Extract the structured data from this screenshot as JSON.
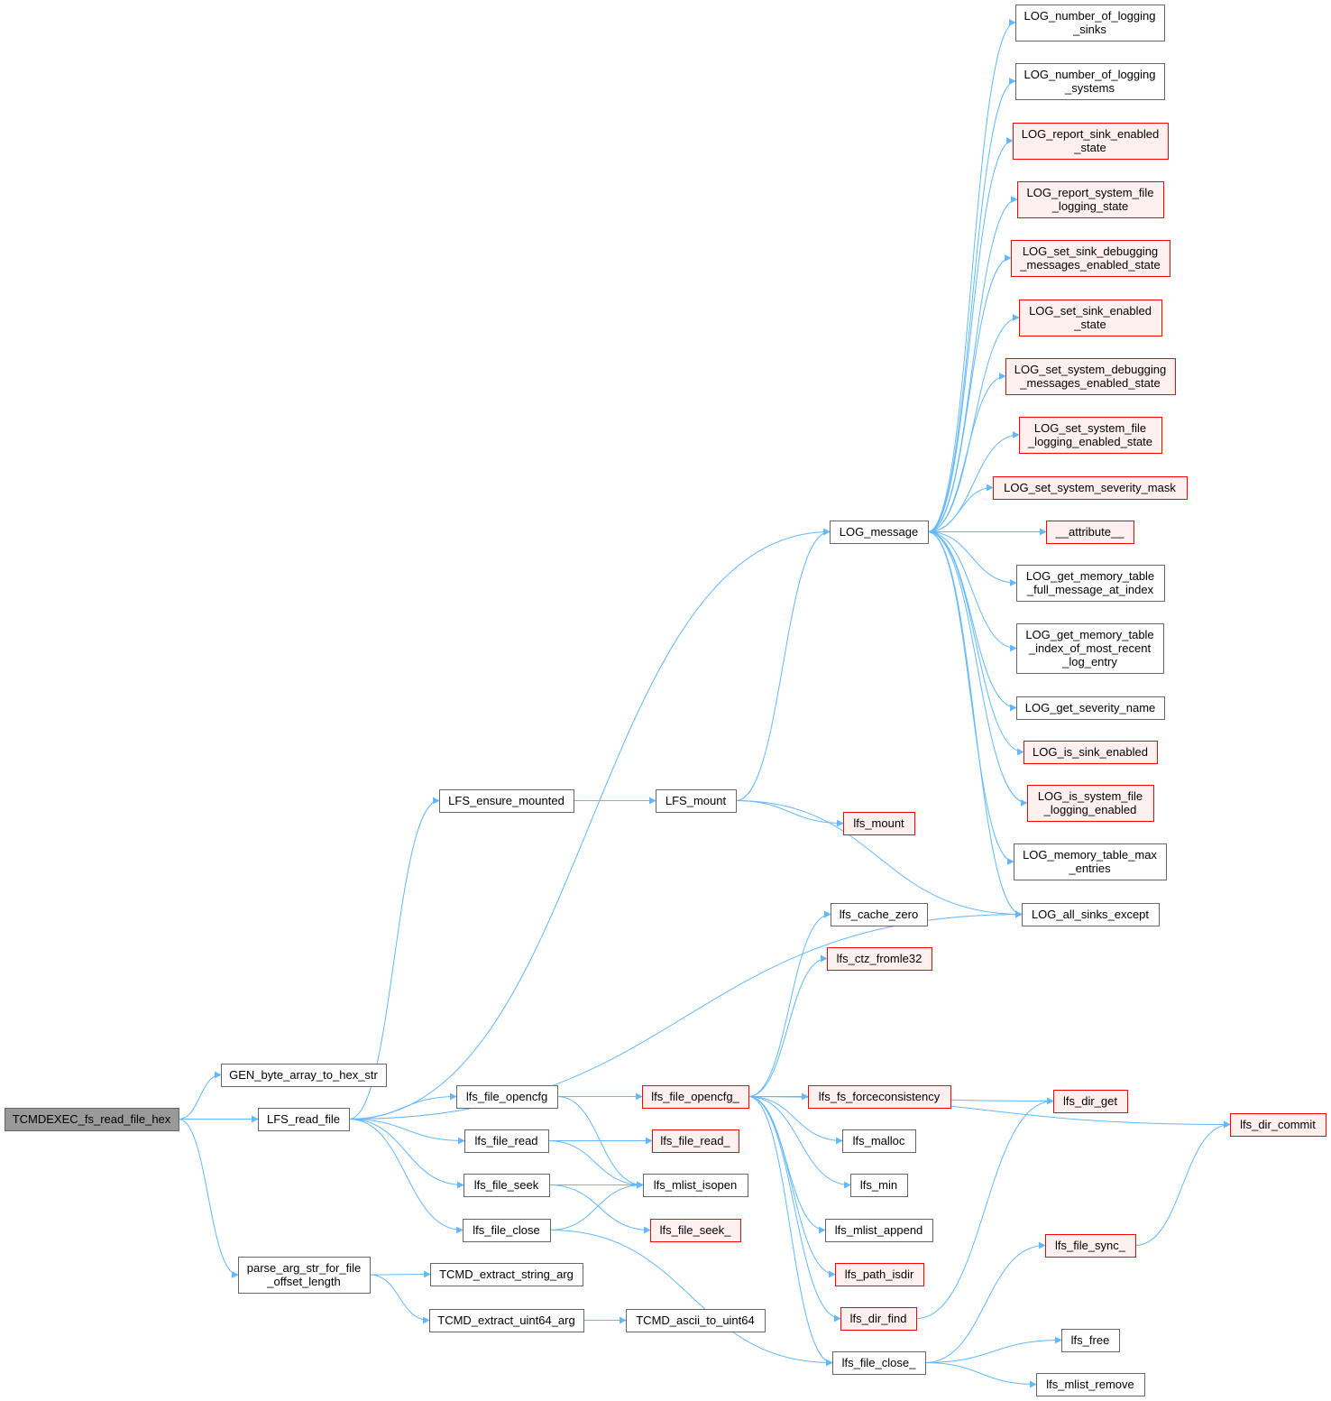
{
  "colors": {
    "edge": "#63b8ff",
    "normal_fill": "#ffffff",
    "normal_stroke": "#666666",
    "red_fill": "#fff0f0",
    "red_stroke": "#ff0000",
    "root_fill": "#999999",
    "root_stroke": "#666666"
  },
  "nodes": [
    {
      "id": "root",
      "style": "root",
      "label": [
        "TCMDEXEC_fs_read_file_hex"
      ]
    },
    {
      "id": "gen",
      "style": "normal",
      "label": [
        "GEN_byte_array_to_hex_str"
      ]
    },
    {
      "id": "lfs_read_file",
      "style": "normal",
      "label": [
        "LFS_read_file"
      ]
    },
    {
      "id": "parse",
      "style": "normal",
      "label": [
        "parse_arg_str_for_file",
        "_offset_length"
      ]
    },
    {
      "id": "ensure",
      "style": "normal",
      "label": [
        "LFS_ensure_mounted"
      ]
    },
    {
      "id": "LFS_mount",
      "style": "normal",
      "label": [
        "LFS_mount"
      ]
    },
    {
      "id": "lfs_mount",
      "style": "red",
      "label": [
        "lfs_mount"
      ]
    },
    {
      "id": "log_message",
      "style": "normal",
      "label": [
        "LOG_message"
      ]
    },
    {
      "id": "log_all",
      "style": "normal",
      "label": [
        "LOG_all_sinks_except"
      ]
    },
    {
      "id": "opencfg",
      "style": "normal",
      "label": [
        "lfs_file_opencfg"
      ]
    },
    {
      "id": "fread",
      "style": "normal",
      "label": [
        "lfs_file_read"
      ]
    },
    {
      "id": "fseek",
      "style": "normal",
      "label": [
        "lfs_file_seek"
      ]
    },
    {
      "id": "fclose",
      "style": "normal",
      "label": [
        "lfs_file_close"
      ]
    },
    {
      "id": "opencfg_",
      "style": "red",
      "label": [
        "lfs_file_opencfg_"
      ]
    },
    {
      "id": "fread_",
      "style": "red",
      "label": [
        "lfs_file_read_"
      ]
    },
    {
      "id": "isopen",
      "style": "normal",
      "label": [
        "lfs_mlist_isopen"
      ]
    },
    {
      "id": "fseek_",
      "style": "red",
      "label": [
        "lfs_file_seek_"
      ]
    },
    {
      "id": "tcmd_str",
      "style": "normal",
      "label": [
        "TCMD_extract_string_arg"
      ]
    },
    {
      "id": "tcmd_u64",
      "style": "normal",
      "label": [
        "TCMD_extract_uint64_arg"
      ]
    },
    {
      "id": "tcmd_ascii",
      "style": "normal",
      "label": [
        "TCMD_ascii_to_uint64"
      ]
    },
    {
      "id": "cache_zero",
      "style": "normal",
      "label": [
        "lfs_cache_zero"
      ]
    },
    {
      "id": "ctz",
      "style": "red",
      "label": [
        "lfs_ctz_fromle32"
      ]
    },
    {
      "id": "forcecons",
      "style": "red",
      "label": [
        "lfs_fs_forceconsistency"
      ]
    },
    {
      "id": "malloc",
      "style": "normal",
      "label": [
        "lfs_malloc"
      ]
    },
    {
      "id": "min",
      "style": "normal",
      "label": [
        "lfs_min"
      ]
    },
    {
      "id": "mlist_append",
      "style": "normal",
      "label": [
        "lfs_mlist_append"
      ]
    },
    {
      "id": "path_isdir",
      "style": "red",
      "label": [
        "lfs_path_isdir"
      ]
    },
    {
      "id": "dir_find",
      "style": "red",
      "label": [
        "lfs_dir_find"
      ]
    },
    {
      "id": "fclose_",
      "style": "normal",
      "label": [
        "lfs_file_close_"
      ]
    },
    {
      "id": "dir_get",
      "style": "red",
      "label": [
        "lfs_dir_get"
      ]
    },
    {
      "id": "file_sync",
      "style": "red",
      "label": [
        "lfs_file_sync_"
      ]
    },
    {
      "id": "free",
      "style": "normal",
      "label": [
        "lfs_free"
      ]
    },
    {
      "id": "mlist_remove",
      "style": "normal",
      "label": [
        "lfs_mlist_remove"
      ]
    },
    {
      "id": "dir_commit",
      "style": "red",
      "label": [
        "lfs_dir_commit"
      ]
    },
    {
      "id": "l_num_sinks",
      "style": "normal",
      "label": [
        "LOG_number_of_logging",
        "_sinks"
      ]
    },
    {
      "id": "l_num_sys",
      "style": "normal",
      "label": [
        "LOG_number_of_logging",
        "_systems"
      ]
    },
    {
      "id": "l_rep_sink",
      "style": "red",
      "label": [
        "LOG_report_sink_enabled",
        "_state"
      ]
    },
    {
      "id": "l_rep_sys",
      "style": "red",
      "label": [
        "LOG_report_system_file",
        "_logging_state"
      ]
    },
    {
      "id": "l_set_sink_dbg",
      "style": "red",
      "label": [
        "LOG_set_sink_debugging",
        "_messages_enabled_state"
      ]
    },
    {
      "id": "l_set_sink_en",
      "style": "red",
      "label": [
        "LOG_set_sink_enabled",
        "_state"
      ]
    },
    {
      "id": "l_set_sys_dbg",
      "style": "red",
      "label": [
        "LOG_set_system_debugging",
        "_messages_enabled_state"
      ]
    },
    {
      "id": "l_set_sys_file",
      "style": "red",
      "label": [
        "LOG_set_system_file",
        "_logging_enabled_state"
      ]
    },
    {
      "id": "l_set_sev",
      "style": "red",
      "label": [
        "LOG_set_system_severity_mask"
      ]
    },
    {
      "id": "l_attr",
      "style": "red",
      "label": [
        "__attribute__"
      ]
    },
    {
      "id": "l_full_msg",
      "style": "normal",
      "label": [
        "LOG_get_memory_table",
        "_full_message_at_index"
      ]
    },
    {
      "id": "l_recent",
      "style": "normal",
      "label": [
        "LOG_get_memory_table",
        "_index_of_most_recent",
        "_log_entry"
      ]
    },
    {
      "id": "l_sev_name",
      "style": "normal",
      "label": [
        "LOG_get_severity_name"
      ]
    },
    {
      "id": "l_is_sink",
      "style": "red",
      "label": [
        "LOG_is_sink_enabled"
      ]
    },
    {
      "id": "l_is_sys",
      "style": "red",
      "label": [
        "LOG_is_system_file",
        "_logging_enabled"
      ]
    },
    {
      "id": "l_max",
      "style": "normal",
      "label": [
        "LOG_memory_table_max",
        "_entries"
      ]
    }
  ],
  "edges": [
    {
      "from": "root",
      "to": "gen"
    },
    {
      "from": "root",
      "to": "lfs_read_file"
    },
    {
      "from": "root",
      "to": "parse"
    },
    {
      "from": "lfs_read_file",
      "to": "ensure"
    },
    {
      "from": "lfs_read_file",
      "to": "log_message"
    },
    {
      "from": "lfs_read_file",
      "to": "log_all"
    },
    {
      "from": "lfs_read_file",
      "to": "opencfg"
    },
    {
      "from": "lfs_read_file",
      "to": "fread"
    },
    {
      "from": "lfs_read_file",
      "to": "fseek"
    },
    {
      "from": "lfs_read_file",
      "to": "fclose"
    },
    {
      "from": "ensure",
      "to": "LFS_mount"
    },
    {
      "from": "LFS_mount",
      "to": "lfs_mount"
    },
    {
      "from": "LFS_mount",
      "to": "log_message"
    },
    {
      "from": "LFS_mount",
      "to": "log_all"
    },
    {
      "from": "opencfg",
      "to": "opencfg_"
    },
    {
      "from": "opencfg",
      "to": "isopen"
    },
    {
      "from": "fread",
      "to": "fread_"
    },
    {
      "from": "fread",
      "to": "isopen"
    },
    {
      "from": "fseek",
      "to": "isopen"
    },
    {
      "from": "fseek",
      "to": "fseek_"
    },
    {
      "from": "fclose",
      "to": "isopen"
    },
    {
      "from": "fclose",
      "to": "fclose_"
    },
    {
      "from": "parse",
      "to": "tcmd_str"
    },
    {
      "from": "parse",
      "to": "tcmd_u64"
    },
    {
      "from": "tcmd_u64",
      "to": "tcmd_ascii"
    },
    {
      "from": "opencfg_",
      "to": "cache_zero"
    },
    {
      "from": "opencfg_",
      "to": "ctz"
    },
    {
      "from": "opencfg_",
      "to": "forcecons"
    },
    {
      "from": "opencfg_",
      "to": "dir_get"
    },
    {
      "from": "opencfg_",
      "to": "dir_commit"
    },
    {
      "from": "opencfg_",
      "to": "malloc"
    },
    {
      "from": "opencfg_",
      "to": "min"
    },
    {
      "from": "opencfg_",
      "to": "mlist_append"
    },
    {
      "from": "opencfg_",
      "to": "path_isdir"
    },
    {
      "from": "opencfg_",
      "to": "dir_find"
    },
    {
      "from": "opencfg_",
      "to": "fclose_"
    },
    {
      "from": "dir_find",
      "to": "dir_get"
    },
    {
      "from": "fclose_",
      "to": "file_sync"
    },
    {
      "from": "fclose_",
      "to": "free"
    },
    {
      "from": "fclose_",
      "to": "mlist_remove"
    },
    {
      "from": "file_sync",
      "to": "dir_commit"
    },
    {
      "from": "log_message",
      "to": "l_num_sinks"
    },
    {
      "from": "log_message",
      "to": "l_num_sys"
    },
    {
      "from": "log_message",
      "to": "l_rep_sink"
    },
    {
      "from": "log_message",
      "to": "l_rep_sys"
    },
    {
      "from": "log_message",
      "to": "l_set_sink_dbg"
    },
    {
      "from": "log_message",
      "to": "l_set_sink_en"
    },
    {
      "from": "log_message",
      "to": "l_set_sys_dbg"
    },
    {
      "from": "log_message",
      "to": "l_set_sys_file"
    },
    {
      "from": "log_message",
      "to": "l_set_sev"
    },
    {
      "from": "log_message",
      "to": "l_attr"
    },
    {
      "from": "log_message",
      "to": "l_full_msg"
    },
    {
      "from": "log_message",
      "to": "l_recent"
    },
    {
      "from": "log_message",
      "to": "l_sev_name"
    },
    {
      "from": "log_message",
      "to": "l_is_sink"
    },
    {
      "from": "log_message",
      "to": "l_is_sys"
    },
    {
      "from": "log_message",
      "to": "l_max"
    },
    {
      "from": "log_message",
      "to": "log_all"
    }
  ]
}
